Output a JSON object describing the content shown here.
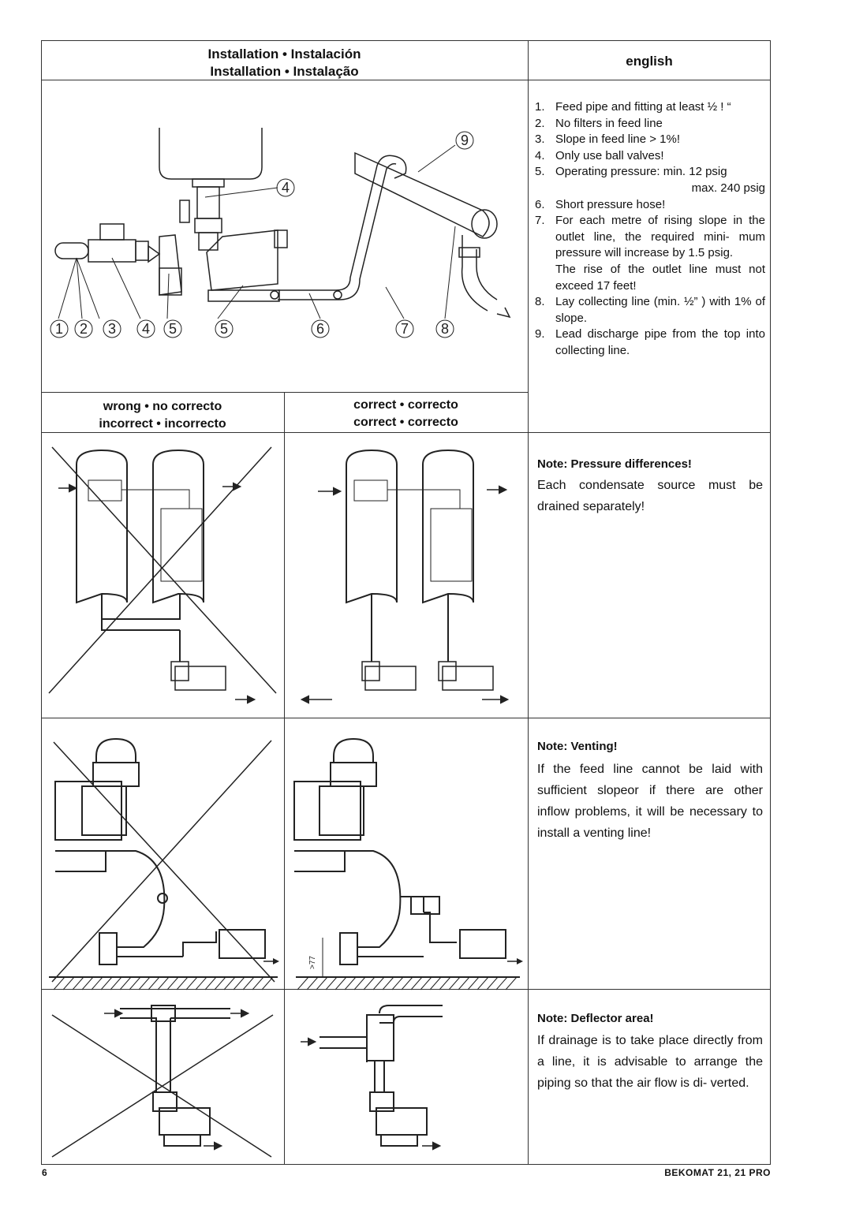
{
  "header": {
    "title_line1": "Installation • Instalación",
    "title_line2": "Installation • Instalação",
    "language": "english"
  },
  "steps": [
    {
      "num": "1.",
      "text": "Feed pipe and fitting at least ½ ! “"
    },
    {
      "num": "2.",
      "text": "No filters in feed line"
    },
    {
      "num": "3.",
      "text": "Slope in feed line > 1%!"
    },
    {
      "num": "4.",
      "text": "Only use ball valves!"
    },
    {
      "num": "5.",
      "text": "Operating pressure: min. 12 psig",
      "extra": "max. 240 psig"
    },
    {
      "num": "6.",
      "text": "Short pressure hose!"
    },
    {
      "num": "7.",
      "text": "For each metre of rising slope in the outlet line, the required mini- mum pressure will increase by 1.5 psig.",
      "extra": "The rise of the outlet line must not exceed 17 feet!"
    },
    {
      "num": "8.",
      "text": "Lay collecting line (min. ½” ) with 1% of slope."
    },
    {
      "num": "9.",
      "text": "Lead discharge pipe from the top into collecting line."
    }
  ],
  "callouts": [
    "1",
    "2",
    "3",
    "4",
    "5",
    "5",
    "6",
    "7",
    "8",
    "4",
    "9"
  ],
  "labels": {
    "wrong_line1": "wrong • no correcto",
    "wrong_line2": "incorrect • incorrecto",
    "correct_line1": "correct • correcto",
    "correct_line2": "correct • correcto"
  },
  "notes": [
    {
      "heading": "Note: Pressure differences!",
      "text": "Each condensate source must be drained separately!"
    },
    {
      "heading": "Note: Venting!",
      "text": "If the feed line cannot be laid with sufficient slopeor if there are other inflow problems, it will be necessary to install a venting line!"
    },
    {
      "heading": "Note: Deflector area!",
      "text": "If drainage is to take place directly from a line, it is advisable to arrange the piping so that the air flow is di- verted."
    }
  ],
  "dimension_label": ">77",
  "footer": {
    "page": "6",
    "product": "BEKOMAT 21, 21 PRO"
  }
}
